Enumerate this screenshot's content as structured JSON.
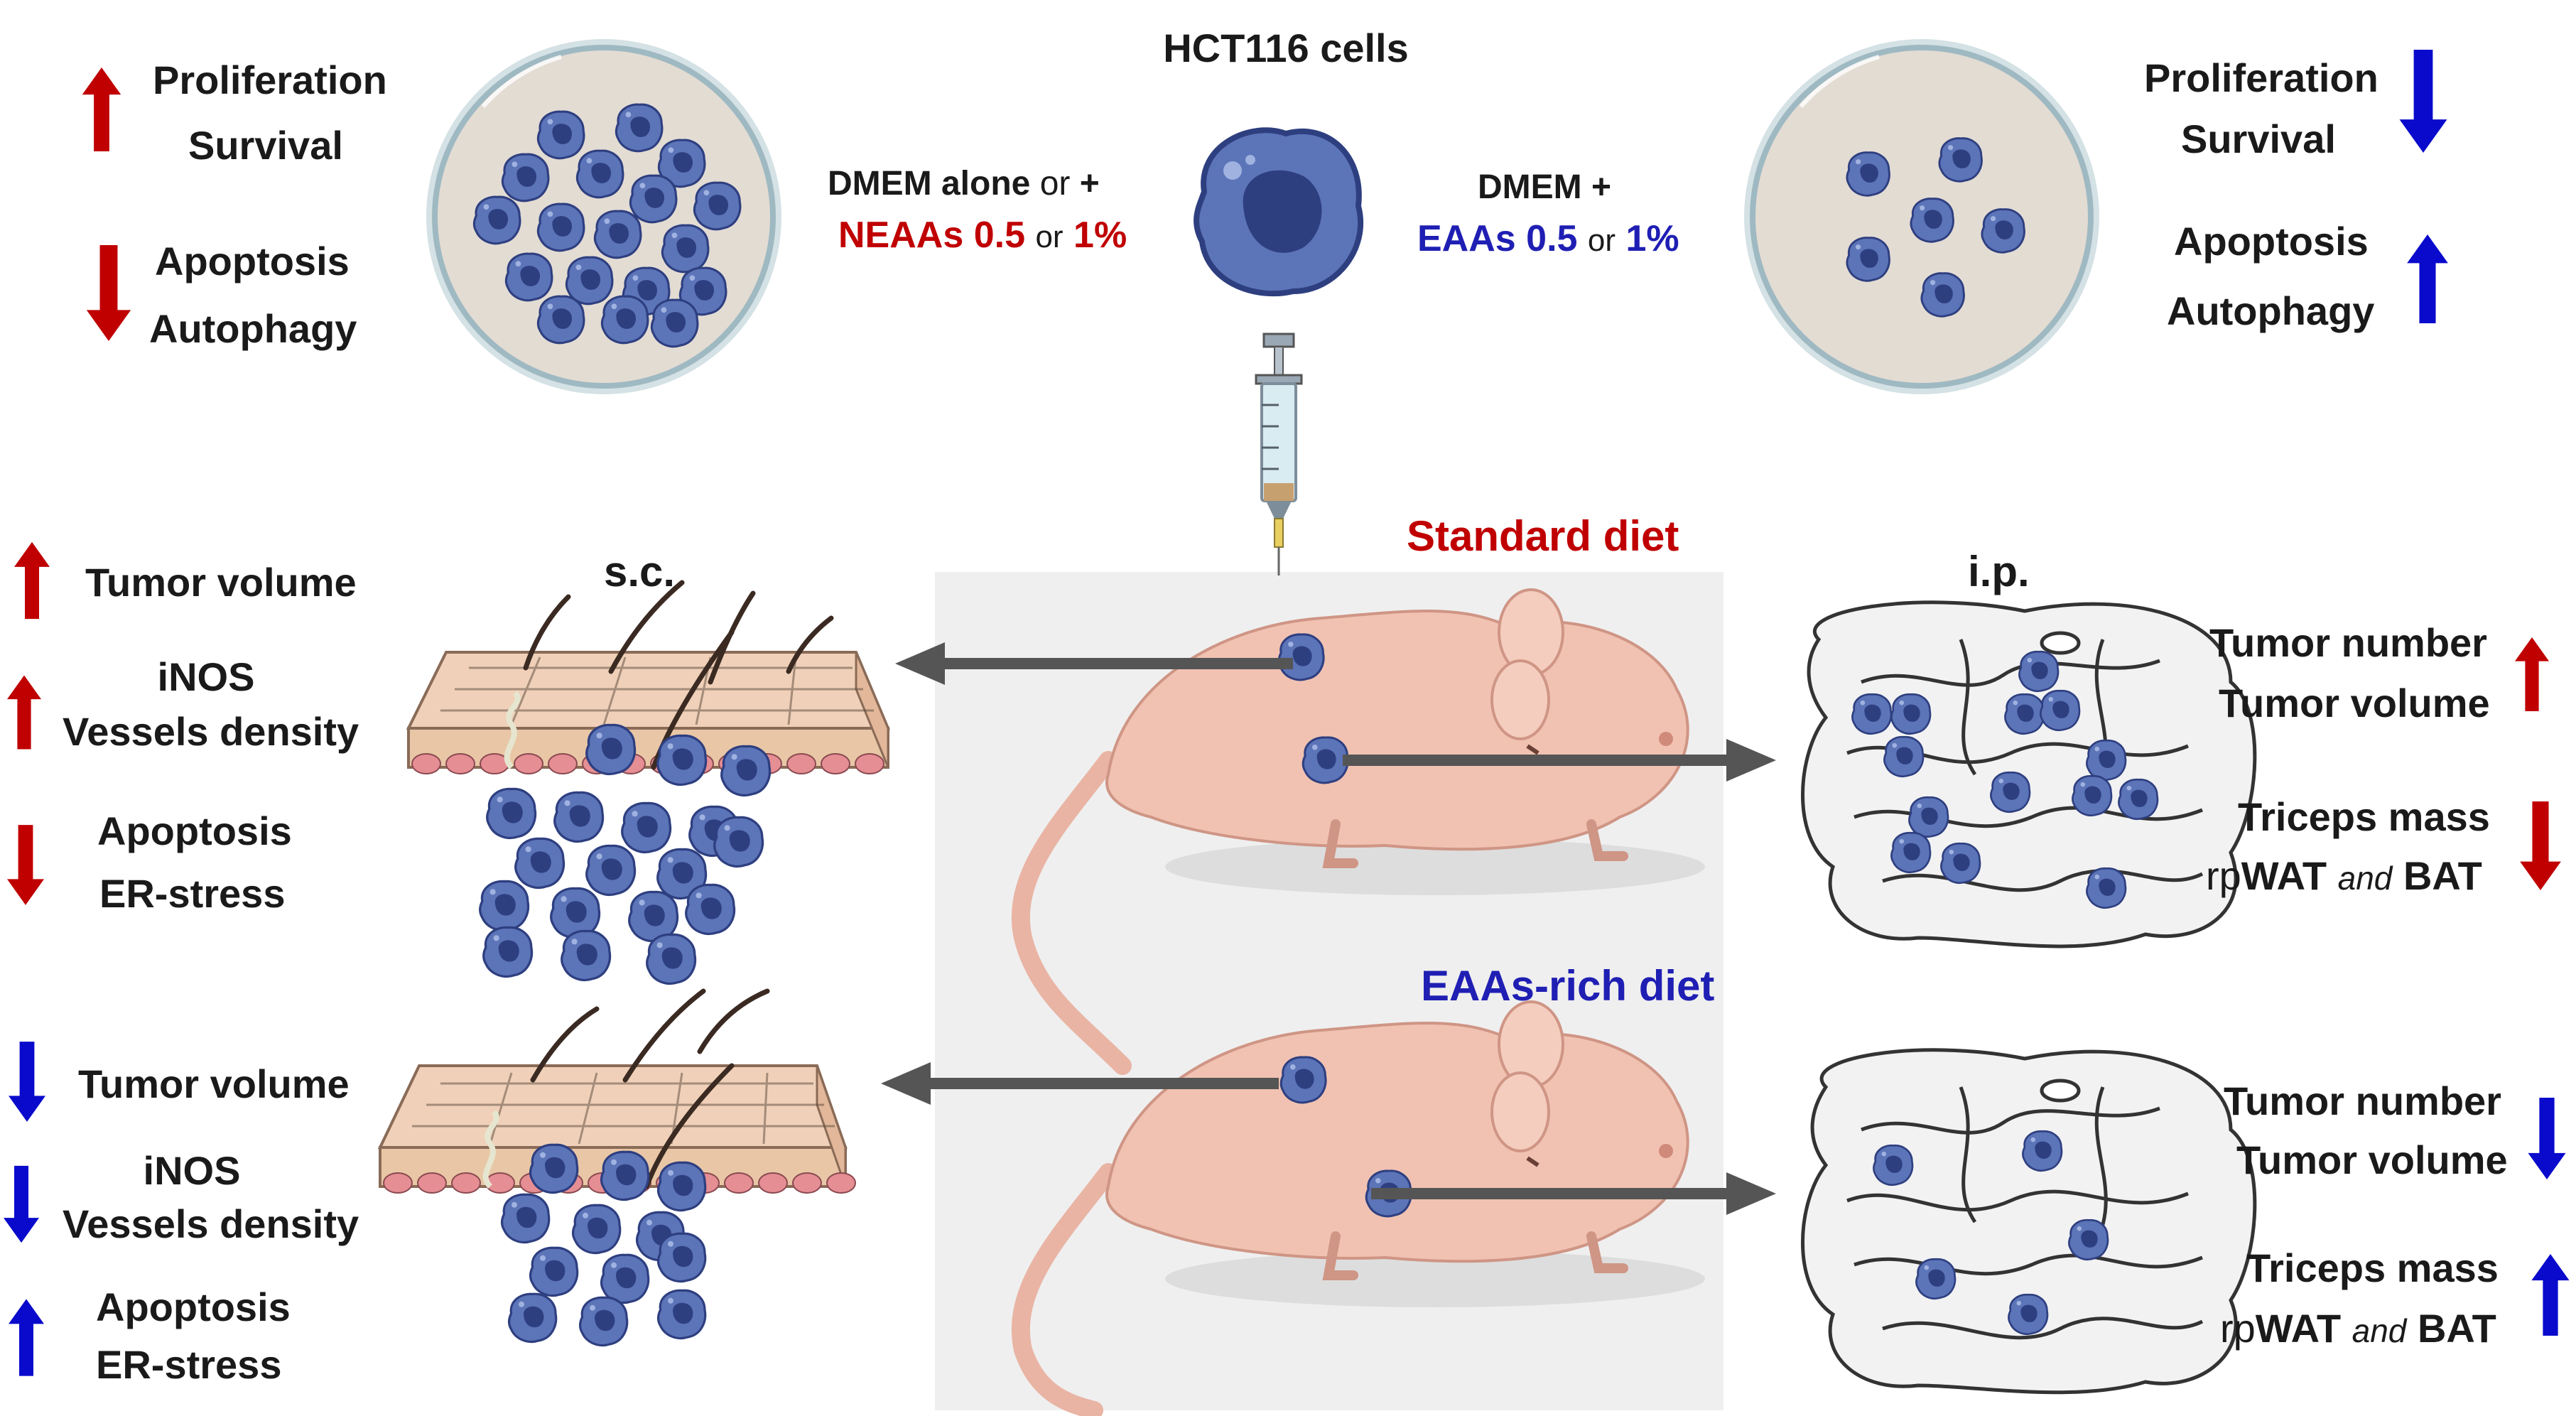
{
  "colors": {
    "up_red": "#c00000",
    "down_blue": "#0a0acc",
    "cell_fill": "#5c74b8",
    "cell_dark": "#2e3f80",
    "dish_fill": "#e3dcd3",
    "skin": "#f2c3a0",
    "mouse": "#f1c2b2",
    "arrow_gray": "#555555"
  },
  "top": {
    "title": "HCT116 cells",
    "left_medium": {
      "line1": "DMEM alone",
      "or1": "or",
      "plus1": "+",
      "neaas": "NEAAs 0.5",
      "or2": "or",
      "pct": "1%"
    },
    "right_medium": {
      "line1": "DMEM +",
      "eaas": "EAAs 0.5",
      "or": "or",
      "pct": "1%"
    },
    "left_effects": {
      "up": {
        "icon": "arrow-up-icon",
        "items": [
          "Proliferation",
          "Survival"
        ]
      },
      "down": {
        "icon": "arrow-down-icon",
        "items": [
          "Apoptosis",
          "Autophagy"
        ]
      }
    },
    "right_effects": {
      "down": {
        "icon": "arrow-down-icon",
        "items": [
          "Proliferation",
          "Survival"
        ]
      },
      "up": {
        "icon": "arrow-up-icon",
        "items": [
          "Apoptosis",
          "Autophagy"
        ]
      }
    }
  },
  "sc_label": "s.c.",
  "ip_label": "i.p.",
  "standard": {
    "label": "Standard diet",
    "sc_effects": [
      {
        "direction": "up",
        "items": [
          "Tumor volume"
        ]
      },
      {
        "direction": "up",
        "items": [
          "iNOS",
          "Vessels density"
        ]
      },
      {
        "direction": "down",
        "items": [
          "Apoptosis",
          "ER-stress"
        ]
      }
    ],
    "ip_effects": [
      {
        "direction": "up",
        "items": [
          "Tumor number",
          "Tumor volume"
        ]
      },
      {
        "direction": "down",
        "items": [
          "Triceps mass"
        ],
        "rp_line": {
          "a": "rp",
          "b": "WAT",
          "c": "and",
          "d": "BAT"
        }
      }
    ]
  },
  "eaas": {
    "label": "EAAs-rich diet",
    "sc_effects": [
      {
        "direction": "down",
        "items": [
          "Tumor volume"
        ]
      },
      {
        "direction": "down",
        "items": [
          "iNOS",
          "Vessels density"
        ]
      },
      {
        "direction": "up",
        "items": [
          "Apoptosis",
          "ER-stress"
        ]
      }
    ],
    "ip_effects": [
      {
        "direction": "down",
        "items": [
          "Tumor number",
          "Tumor volume"
        ]
      },
      {
        "direction": "up",
        "items": [
          "Triceps mass"
        ],
        "rp_line": {
          "a": "rp",
          "b": "WAT",
          "c": "and",
          "d": "BAT"
        }
      }
    ]
  }
}
